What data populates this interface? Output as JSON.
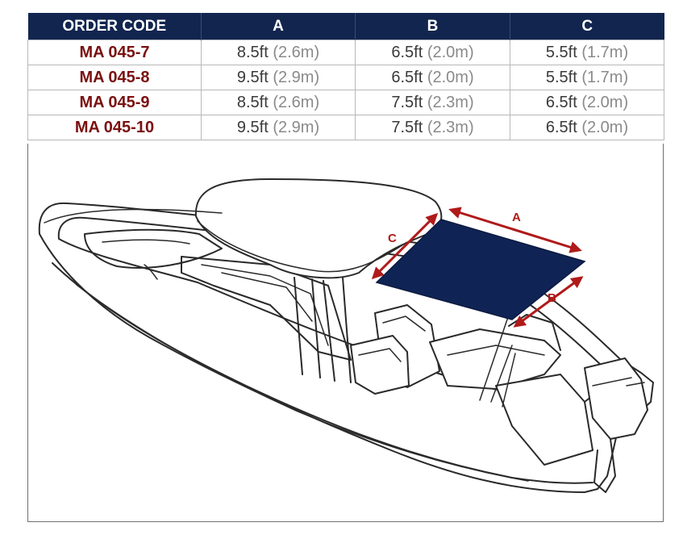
{
  "table": {
    "headers": [
      "ORDER CODE",
      "A",
      "B",
      "C"
    ],
    "rows": [
      {
        "code": "MA 045-7",
        "a_ft": "8.5ft",
        "a_m": "(2.6m)",
        "b_ft": "6.5ft",
        "b_m": "(2.0m)",
        "c_ft": "5.5ft",
        "c_m": "(1.7m)"
      },
      {
        "code": "MA 045-8",
        "a_ft": "9.5ft",
        "a_m": "(2.9m)",
        "b_ft": "6.5ft",
        "b_m": "(2.0m)",
        "c_ft": "5.5ft",
        "c_m": "(1.7m)"
      },
      {
        "code": "MA 045-9",
        "a_ft": "8.5ft",
        "a_m": "(2.6m)",
        "b_ft": "7.5ft",
        "b_m": "(2.3m)",
        "c_ft": "6.5ft",
        "c_m": "(2.0m)"
      },
      {
        "code": "MA 045-10",
        "a_ft": "9.5ft",
        "a_m": "(2.9m)",
        "b_ft": "7.5ft",
        "b_m": "(2.3m)",
        "c_ft": "6.5ft",
        "c_m": "(2.0m)"
      }
    ]
  },
  "diagram": {
    "label_a": "A",
    "label_b": "B",
    "label_c": "C"
  },
  "colors": {
    "header_bg": "#11254f",
    "code_text": "#7a1010",
    "shade_fill": "#0f2454",
    "arrow": "#b01a1a"
  }
}
